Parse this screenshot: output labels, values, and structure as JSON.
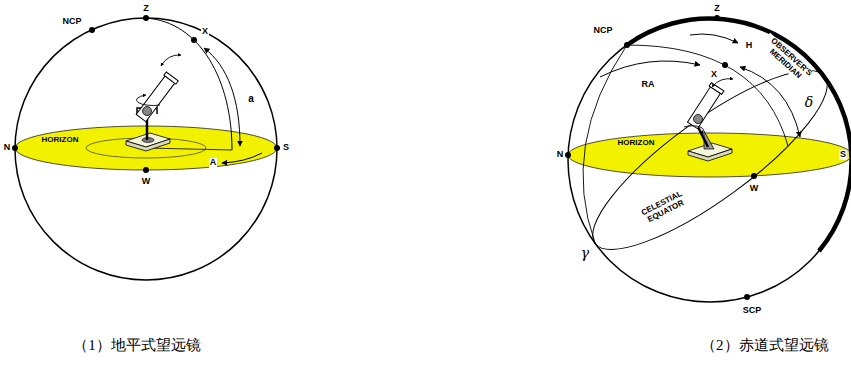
{
  "diagram": {
    "labels": [
      "NCP",
      "Z",
      "X",
      "a",
      "HORIZON",
      "N",
      "S",
      "A",
      "W",
      "（1）地平式望远镜",
      "NCP",
      "Z",
      "H",
      "RA",
      "X",
      "δ",
      "OBSERVER'S MERIDIAN",
      "HORIZON",
      "N",
      "CELESTIAL EQUATOR",
      "W",
      "γ",
      "SCP",
      "S",
      "（2）赤道式望远镜"
    ]
  }
}
